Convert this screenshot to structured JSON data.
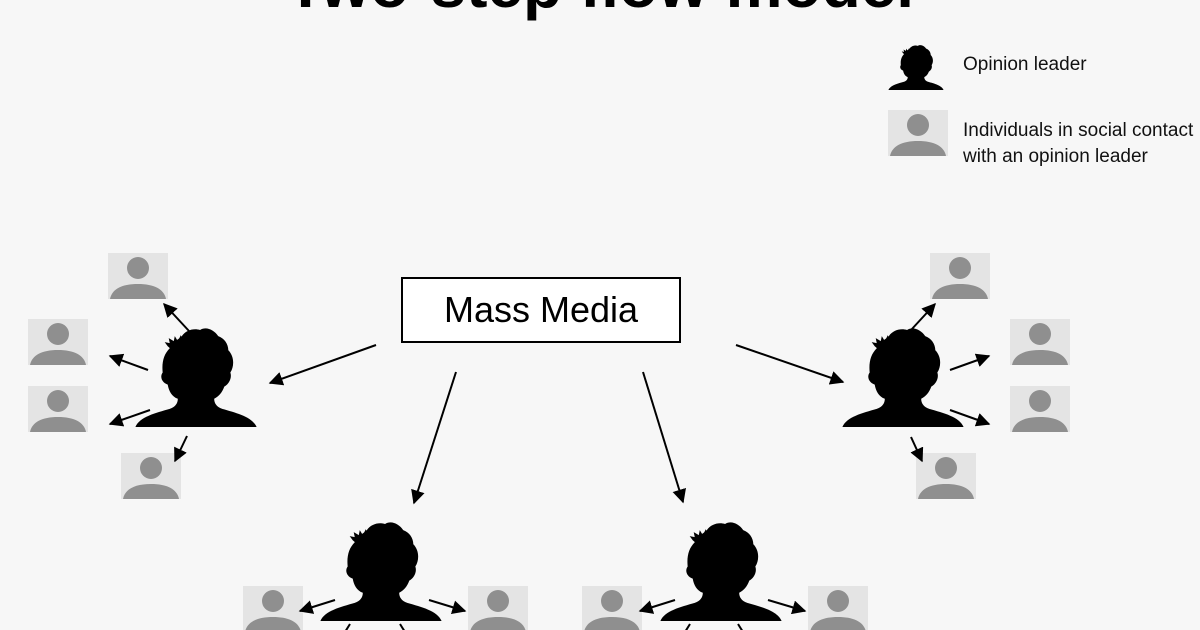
{
  "title": "Two-step flow model",
  "legend": {
    "leader_label": "Opinion leader",
    "individual_label": "Individuals in social contact with an opinion leader"
  },
  "source_label": "Mass Media",
  "icons": {
    "leader": "opinion-leader-silhouette",
    "individual": "individual-silhouette"
  },
  "colors": {
    "leader": "#000000",
    "individual": "#8f8f8f",
    "individual_bg": "#e4e4e4",
    "arrow": "#000000"
  }
}
